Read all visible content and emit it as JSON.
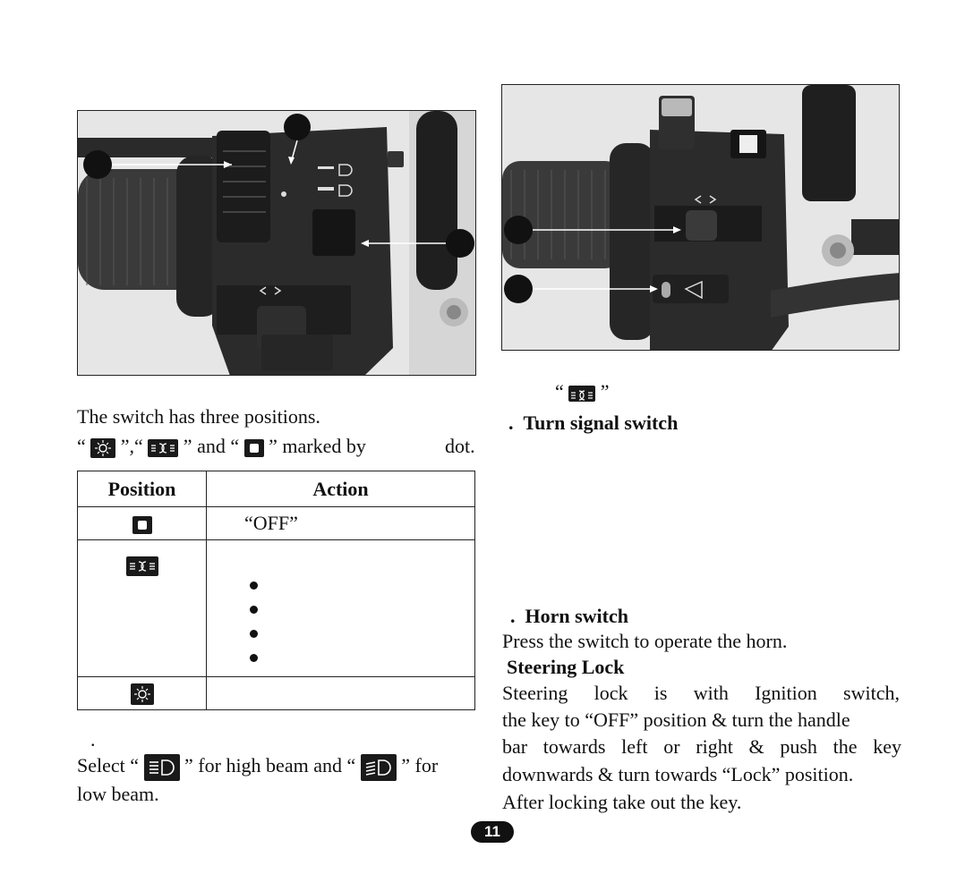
{
  "left": {
    "intro_line": "The switch has three positions.",
    "marked_and": "and",
    "marked_by": "marked by",
    "marked_dot": "dot.",
    "table_header_position": "Position",
    "table_header_action": "Action",
    "row_off_action": "“OFF”",
    "select_prefix": "Select “",
    "select_middle": "” for high beam and “",
    "select_suffix": "” for",
    "low_beam": "low beam."
  },
  "right": {
    "turn_signal_title": "Turn signal switch",
    "horn_title": "Horn switch",
    "horn_text": "Press the switch to operate the horn.",
    "steering_title": "Steering Lock",
    "steering_line1": "Steering lock is with Ignition switch,",
    "steering_line2": "the key to “OFF” position & turn the handle",
    "steering_line3": "bar towards left or right & push the key",
    "steering_line4": "downwards & turn towards “Lock” position.",
    "steering_line5": "After locking take out the key."
  },
  "page_number": "11"
}
